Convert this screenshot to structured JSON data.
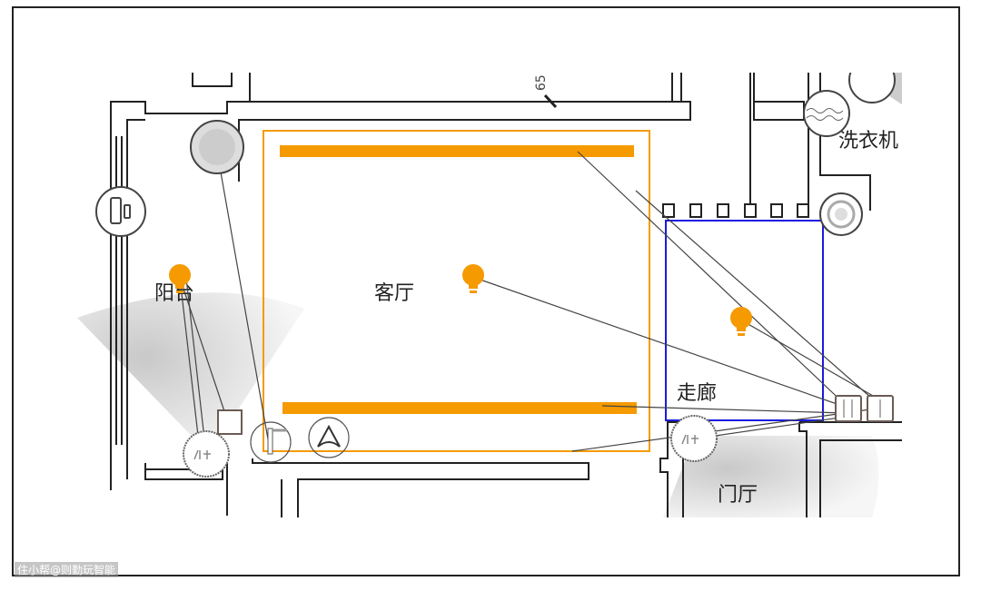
{
  "rooms": {
    "balcony": "阳台",
    "living_room": "客厅",
    "corridor": "走廊",
    "entrance": "门厅",
    "laundry": "洗衣机"
  },
  "dimension_label": "65",
  "watermark": "住小帮@则勤玩智能",
  "colors": {
    "living_zone": "#f59a00",
    "corridor_zone": "#1a1adf",
    "bulb": "#f59a00",
    "wall": "#222222"
  }
}
